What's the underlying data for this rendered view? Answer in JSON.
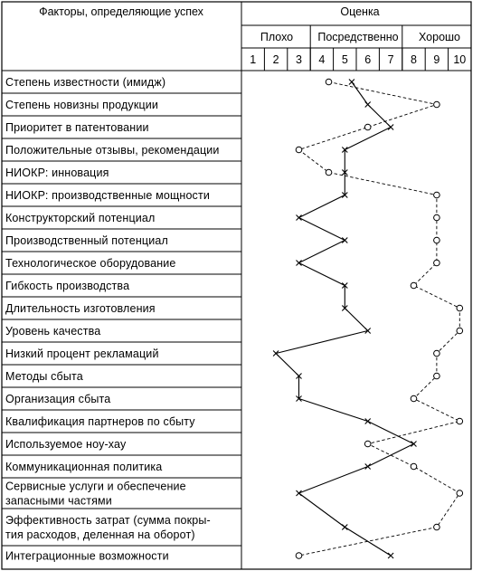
{
  "header": {
    "factors_title": "Факторы, определяющие успех",
    "rating_title": "Оценка",
    "groups": [
      "Плохо",
      "Посредственно",
      "Хорошо"
    ],
    "scale": [
      "1",
      "2",
      "3",
      "4",
      "5",
      "6",
      "7",
      "8",
      "9",
      "10"
    ]
  },
  "factors": [
    {
      "lines": [
        "Степень известности (имидж)"
      ]
    },
    {
      "lines": [
        "Степень новизны продукции"
      ]
    },
    {
      "lines": [
        "Приоритет в патентовании"
      ]
    },
    {
      "lines": [
        "Положительные отзывы, рекомендации"
      ]
    },
    {
      "lines": [
        "НИОКР: инновация"
      ]
    },
    {
      "lines": [
        "НИОКР: производственные мощности"
      ]
    },
    {
      "lines": [
        "Конструкторский потенциал"
      ]
    },
    {
      "lines": [
        "Производственный потенциал"
      ]
    },
    {
      "lines": [
        "Технологическое оборудование"
      ]
    },
    {
      "lines": [
        "Гибкость производства"
      ]
    },
    {
      "lines": [
        "Длительность изготовления"
      ]
    },
    {
      "lines": [
        "Уровень качества"
      ]
    },
    {
      "lines": [
        "Низкий процент рекламаций"
      ]
    },
    {
      "lines": [
        "Методы сбыта"
      ]
    },
    {
      "lines": [
        "Организация сбыта"
      ]
    },
    {
      "lines": [
        "Квалификация партнеров по сбыту"
      ]
    },
    {
      "lines": [
        "Используемое ноу-хау"
      ]
    },
    {
      "lines": [
        "Коммуникационная политика"
      ]
    },
    {
      "lines": [
        "Сервисные услуги и обеспечение",
        "запасными частями"
      ]
    },
    {
      "lines": [
        "Эффективность затрат (сумма покры-",
        "тия расходов, деленная на оборот)"
      ]
    },
    {
      "lines": [
        "Интеграционные возможности"
      ]
    }
  ],
  "chart_data": {
    "type": "line",
    "scale_range": [
      1,
      10
    ],
    "series": [
      {
        "marker": "x",
        "line_style": "solid",
        "values": [
          5.3,
          6,
          7,
          5,
          5,
          5,
          3,
          5,
          3,
          5,
          5,
          6,
          2,
          3,
          3,
          6,
          8,
          6,
          3,
          5,
          7
        ]
      },
      {
        "marker": "o",
        "line_style": "dashed",
        "values": [
          4.3,
          9,
          6,
          3,
          4.3,
          9,
          9,
          9,
          9,
          8,
          10,
          10,
          9,
          9,
          8,
          10,
          6,
          8,
          10,
          9,
          3
        ]
      }
    ]
  }
}
